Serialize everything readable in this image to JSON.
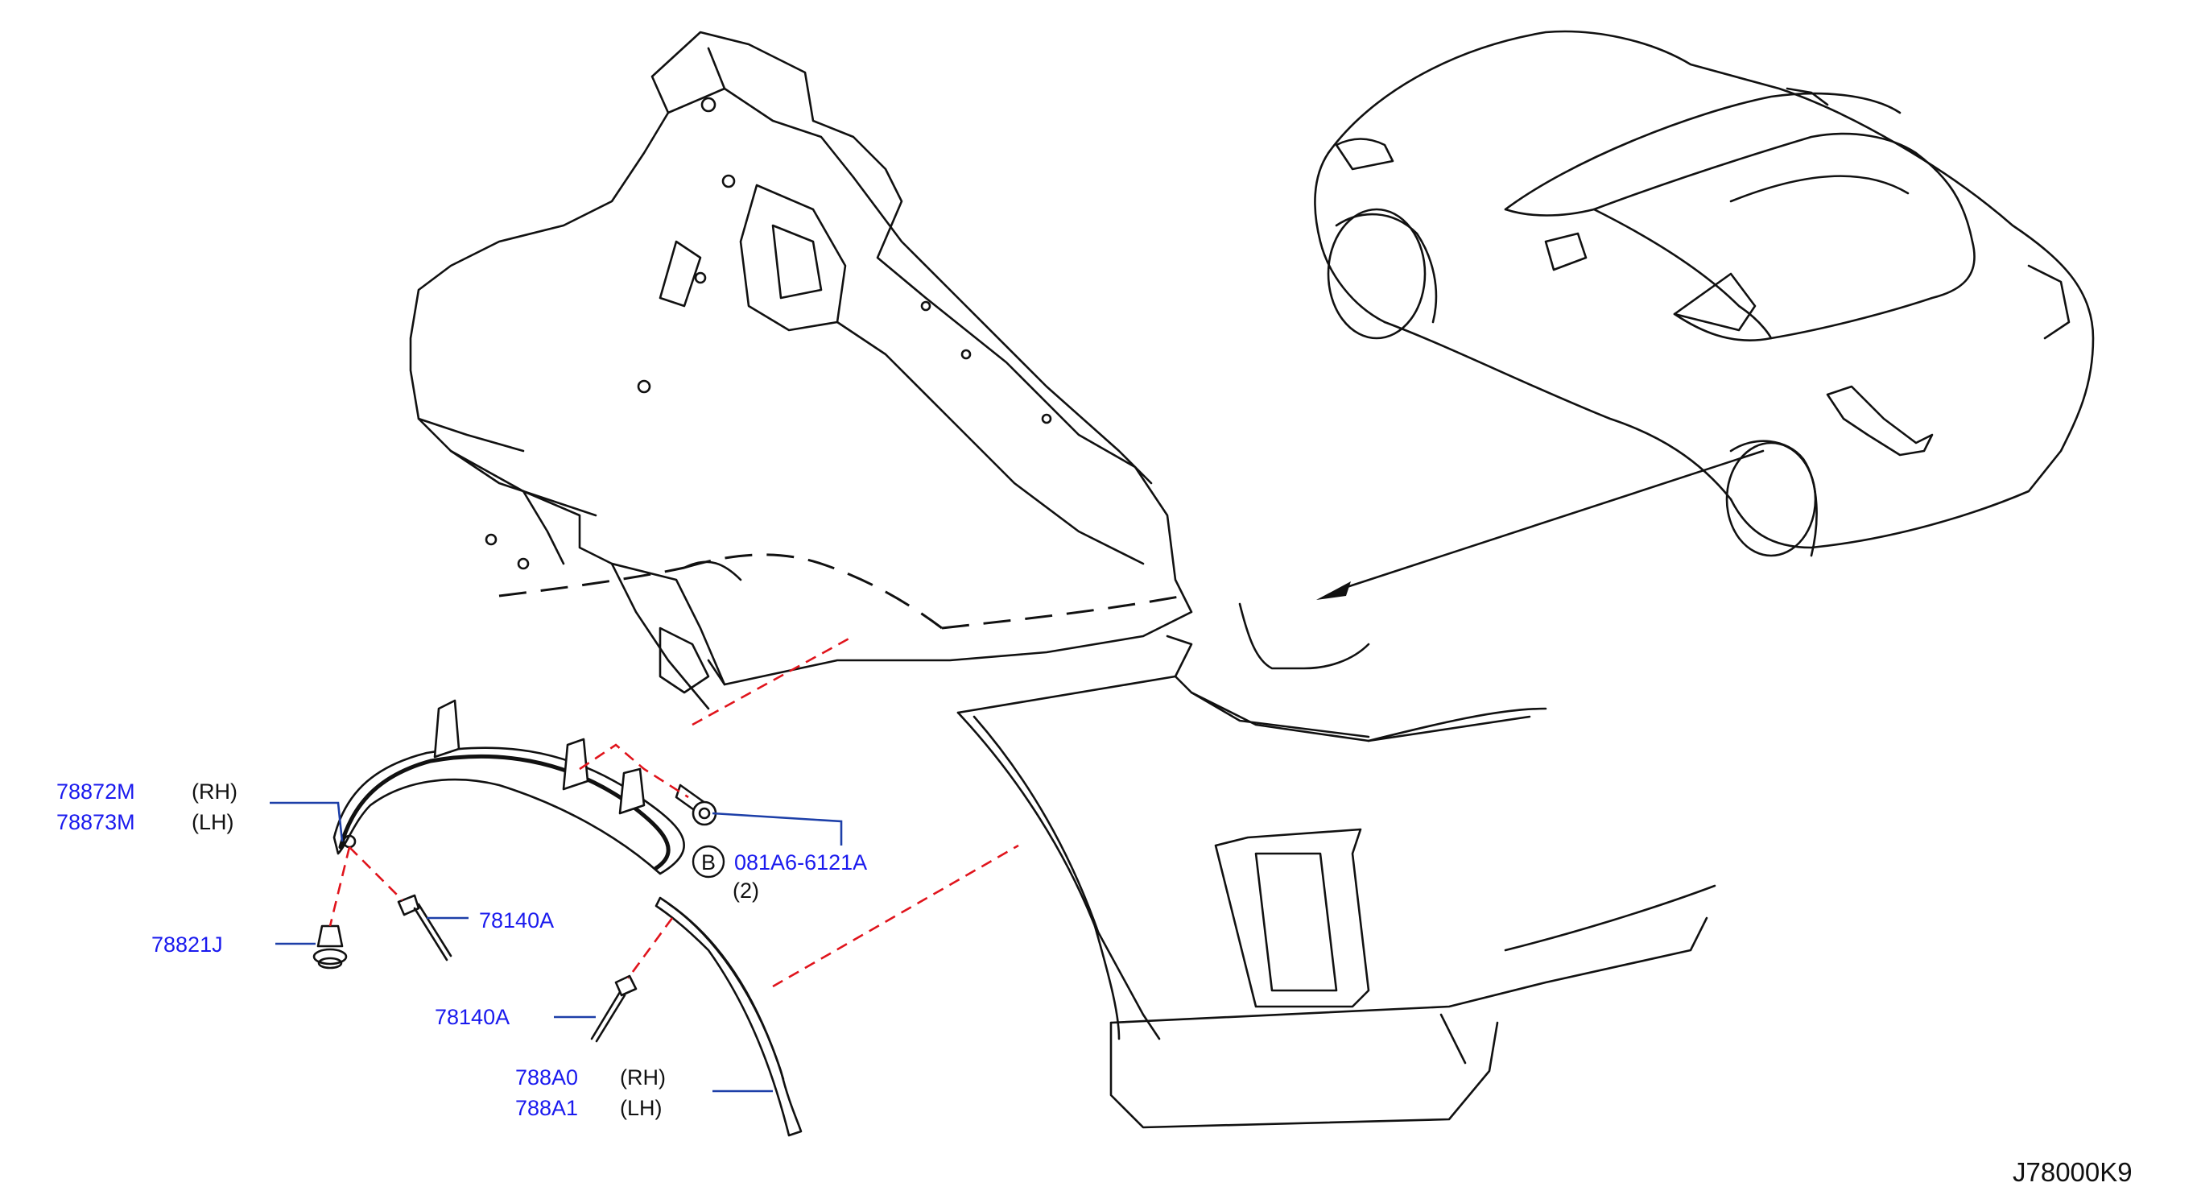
{
  "diagram_code": "J78000K9",
  "callouts": {
    "wheel_arch_protector": {
      "part_rh": "78872M",
      "side_rh": "(RH)",
      "part_lh": "78873M",
      "side_lh": "(LH)"
    },
    "clip": {
      "part": "78821J"
    },
    "rivet_upper": {
      "part": "78140A"
    },
    "rivet_lower": {
      "part": "78140A"
    },
    "seal_strip": {
      "part_rh": "788A0",
      "side_rh": "(RH)",
      "part_lh": "788A1",
      "side_lh": "(LH)"
    },
    "bolt": {
      "ref_mark": "B",
      "part": "081A6-6121A",
      "qty": "(2)"
    }
  },
  "colors": {
    "line_art": "#111111",
    "callout_text": "#1a1aee",
    "leader_line": "#1d3fa8",
    "fastener_guide": "#e0141c"
  }
}
